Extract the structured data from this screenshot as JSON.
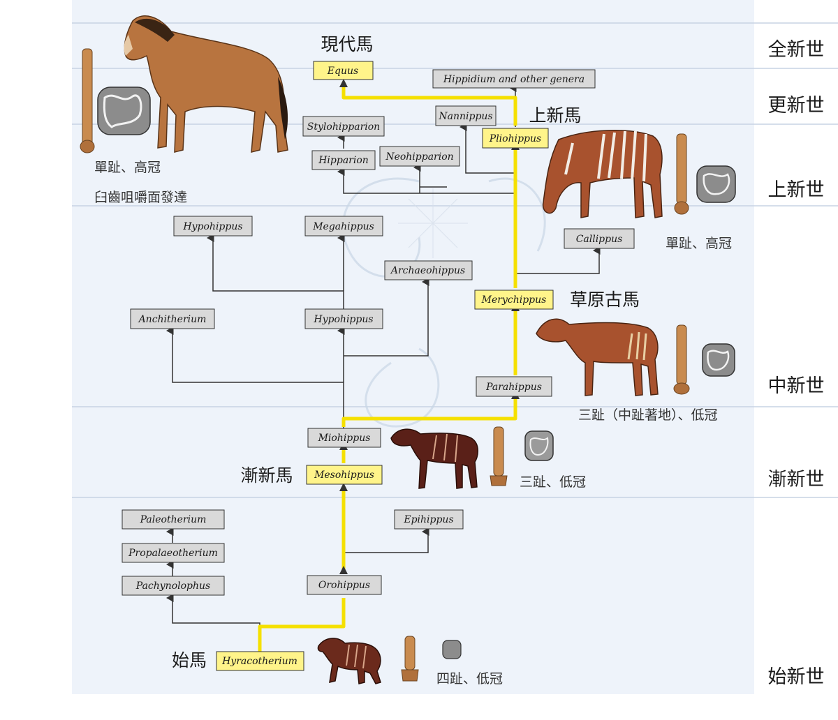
{
  "epochs": {
    "holocene": "全新世",
    "pleistocene": "更新世",
    "pliocene": "上新世",
    "miocene": "中新世",
    "oligocene": "漸新世",
    "eocene": "始新世"
  },
  "genera": {
    "equus": "Equus",
    "hippidium": "Hippidium and other genera",
    "nannippus": "Nannippus",
    "stylohipparion": "Stylohipparion",
    "pliohippus": "Pliohippus",
    "hipparion": "Hipparion",
    "neohipparion": "Neohipparion",
    "hypohippus_upper": "Hypohippus",
    "megahippus": "Megahippus",
    "callippus": "Callippus",
    "archaeohippus": "Archaeohippus",
    "merychippus": "Merychippus",
    "anchitherium": "Anchitherium",
    "hypohippus_mid": "Hypohippus",
    "parahippus": "Parahippus",
    "miohippus": "Miohippus",
    "mesohippus": "Mesohippus",
    "paleotherium": "Paleotherium",
    "propalaeotherium": "Propalaeotherium",
    "epihippus": "Epihippus",
    "pachynolophus": "Pachynolophus",
    "orohippus": "Orohippus",
    "hyracotherium": "Hyracotherium"
  },
  "labels": {
    "modern_horse": "現代馬",
    "pliohippus_cn": "上新馬",
    "merychippus_cn": "草原古馬",
    "mesohippus_cn": "漸新馬",
    "hyracotherium_cn": "始馬"
  },
  "captions": {
    "equus_toe": "單趾、高冠",
    "equus_teeth": "臼齒咀嚼面發達",
    "pliohippus_toe": "單趾、高冠",
    "merychippus_toe": "三趾（中趾著地）、低冠",
    "mesohippus_toe": "三趾、低冠",
    "hyracotherium_toe": "四趾、低冠"
  },
  "colors": {
    "main_lineage": "#f5e000",
    "main_box": "#fff48a",
    "side_box": "#d9d9d9",
    "background": "#eef3fa",
    "band_line": "#c7d3e3",
    "arrow": "#333333"
  }
}
